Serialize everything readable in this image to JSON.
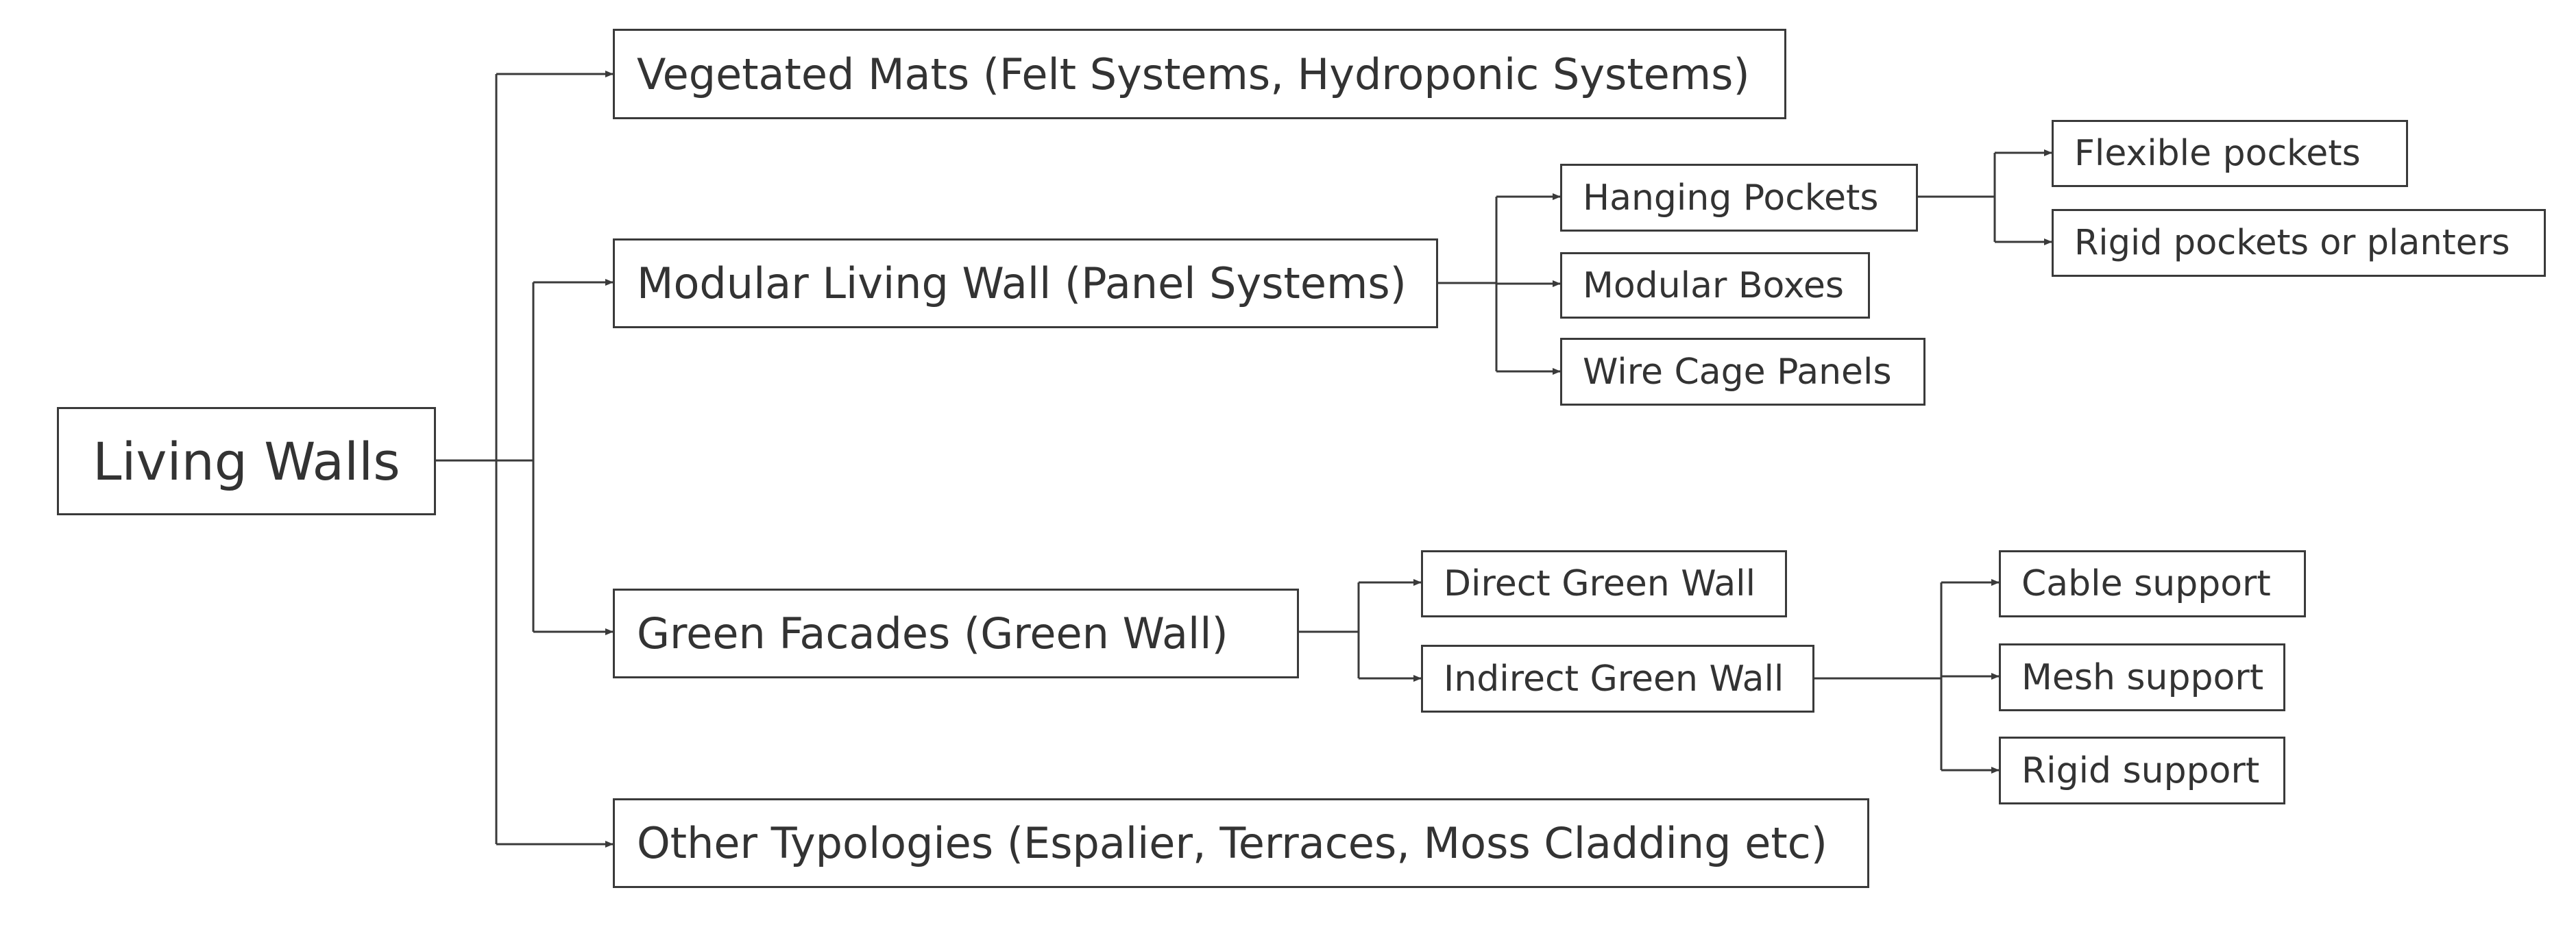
{
  "diagram": {
    "root": "Living Walls",
    "categories": {
      "vegetated_mats": "Vegetated Mats (Felt Systems, Hydroponic Systems)",
      "modular_living_wall": "Modular Living Wall (Panel Systems)",
      "green_facades": "Green Facades (Green Wall)",
      "other_typologies": "Other Typologies (Espalier, Terraces, Moss Cladding etc)"
    },
    "modular_types": {
      "hanging_pockets": "Hanging Pockets",
      "modular_boxes": "Modular Boxes",
      "wire_cage_panels": "Wire Cage Panels"
    },
    "pocket_types": {
      "flexible": "Flexible pockets",
      "rigid": "Rigid pockets or planters"
    },
    "facade_types": {
      "direct": "Direct Green Wall",
      "indirect": "Indirect Green Wall"
    },
    "support_types": {
      "cable": "Cable support",
      "mesh": "Mesh support",
      "rigid": "Rigid support"
    },
    "colors": {
      "stroke": "#3a3a3a",
      "text": "#333333",
      "background": "#ffffff"
    }
  }
}
